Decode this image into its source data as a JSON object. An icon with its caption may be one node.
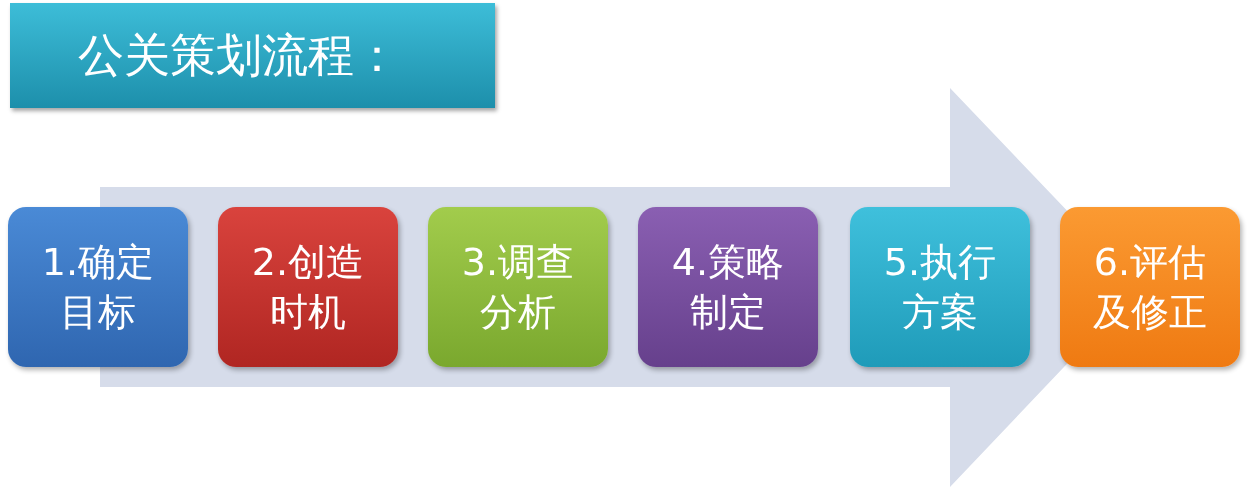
{
  "diagram": {
    "title": "公关策划流程：",
    "nodes": [
      {
        "text": [
          "1.确定目标"
        ]
      },
      {
        "text": [
          "2.创造时机"
        ]
      },
      {
        "text": [
          "3.调查分析"
        ]
      },
      {
        "text": [
          "4.策略制定"
        ]
      },
      {
        "text": [
          "5.执行方案"
        ]
      },
      {
        "text": [
          "6.评估及修正"
        ]
      }
    ],
    "edges": [
      {
        "from": 0,
        "to": 5,
        "arrow": "to"
      }
    ]
  }
}
